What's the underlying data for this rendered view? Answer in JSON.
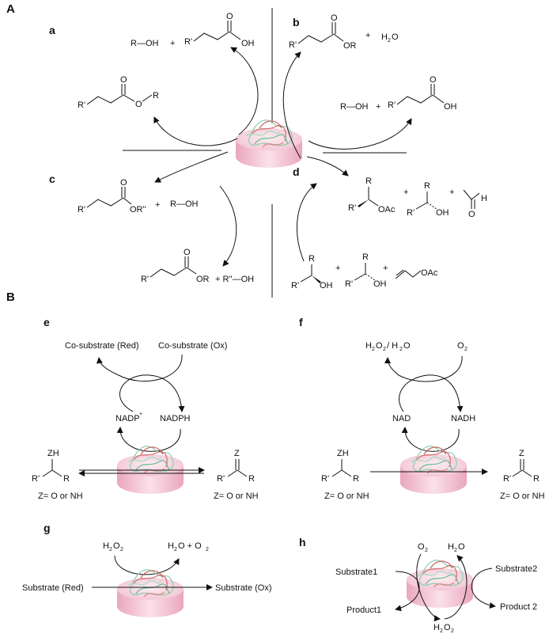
{
  "sections": {
    "A": "A",
    "B": "B"
  },
  "panels": {
    "a": "a",
    "b": "b",
    "c": "c",
    "d": "d",
    "e": "e",
    "f": "f",
    "g": "g",
    "h": "h"
  },
  "chem": {
    "R": "R",
    "Rp": "R'",
    "Rpp": "R''",
    "O": "O",
    "OH": "OH",
    "OR": "OR",
    "ORpp": "OR''",
    "R_OH": "R—OH",
    "Rpp_OH": "R''—OH",
    "plus": "+",
    "plus_Rpp_OH": "+ R''—OH",
    "H2O_H": "H",
    "H2O_O": "O",
    "two": "2",
    "OAc": "OAc",
    "H": "H",
    "ZH": "ZH",
    "Z": "Z",
    "z_note": "Z= O or NH"
  },
  "panel_e": {
    "top_left": "Co-substrate (Red)",
    "top_right": "Co-substrate (Ox)",
    "mid_left": "NADP",
    "mid_left_sup": "+",
    "mid_right": "NADPH"
  },
  "panel_f": {
    "top_left_pre": "H",
    "top_left_mid": "O",
    "top_left_post": "/ H",
    "top_left_end": "O",
    "top_right": "O",
    "mid_left": "NAD",
    "mid_right": "NADH"
  },
  "panel_g": {
    "top_left": "H",
    "top_left_o": "O",
    "top_right_a": "H",
    "top_right_b": "O + O",
    "left": "Substrate (Red)",
    "right": "Substrate (Ox)"
  },
  "panel_h": {
    "o2": "O",
    "h2o_a": "H",
    "h2o_b": "O",
    "substrate1": "Substrate1",
    "substrate2": "Substrate2",
    "product1": "Product1",
    "product2": "Product 2",
    "h2o2_a": "H",
    "h2o2_b": "O"
  },
  "colors": {
    "disk_top": "#f9dde6",
    "disk_side": "#f2b9cb",
    "protein_a": "#8fd0b4",
    "protein_b": "#d47070"
  }
}
